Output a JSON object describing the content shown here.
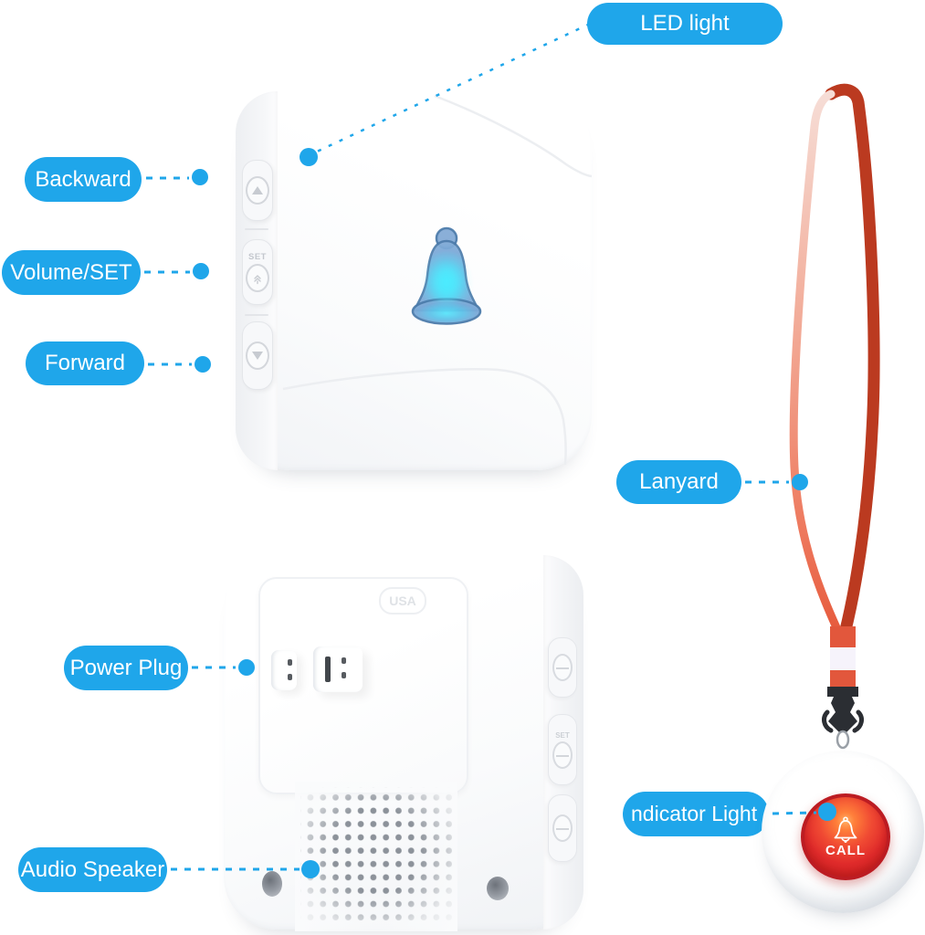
{
  "colors": {
    "accent": "#1fa6ea",
    "lanyard_strap": "#bb3a20",
    "lanyard_strap_light": "#ef8268",
    "call_button_red": "#e02b2b",
    "led_bell_blue": "#5fc4ea"
  },
  "callouts": {
    "led_light": "LED light",
    "backward": "Backward",
    "volume_set": "Volume/SET",
    "forward": "Forward",
    "lanyard": "Lanyard",
    "power_plug": "Power Plug",
    "indicator_light": "ndicator Light",
    "audio_speaker": "Audio Speaker"
  },
  "device_markings": {
    "set": "SET",
    "usa": "USA",
    "call": "CALL"
  }
}
